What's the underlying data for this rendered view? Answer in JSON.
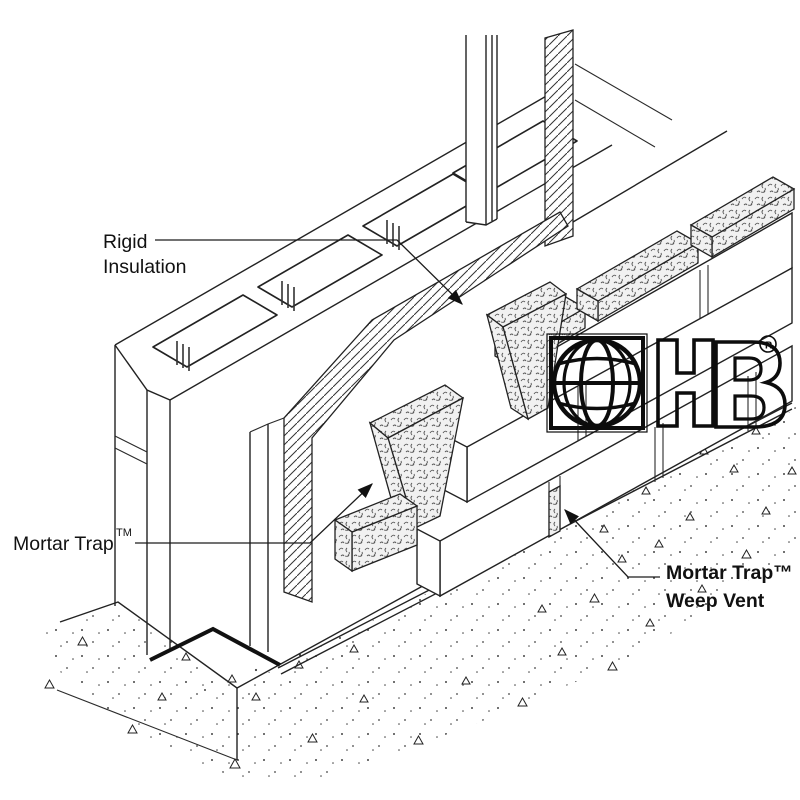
{
  "labels": {
    "rigid_insulation": {
      "line1": "Rigid",
      "line2": "Insulation"
    },
    "mortar_trap": {
      "text": "Mortar Trap",
      "superscript": "TM"
    },
    "weep_vent": {
      "line1": "Mortar Trap™",
      "line2": "Weep Vent"
    }
  },
  "logo": {
    "letters": "HB",
    "registered": "R",
    "description": "globe-in-square HB logo"
  },
  "colors": {
    "background": "#ffffff",
    "line": "#222222",
    "label_text": "#111111",
    "speckle_fill": "#f1f1f1"
  }
}
